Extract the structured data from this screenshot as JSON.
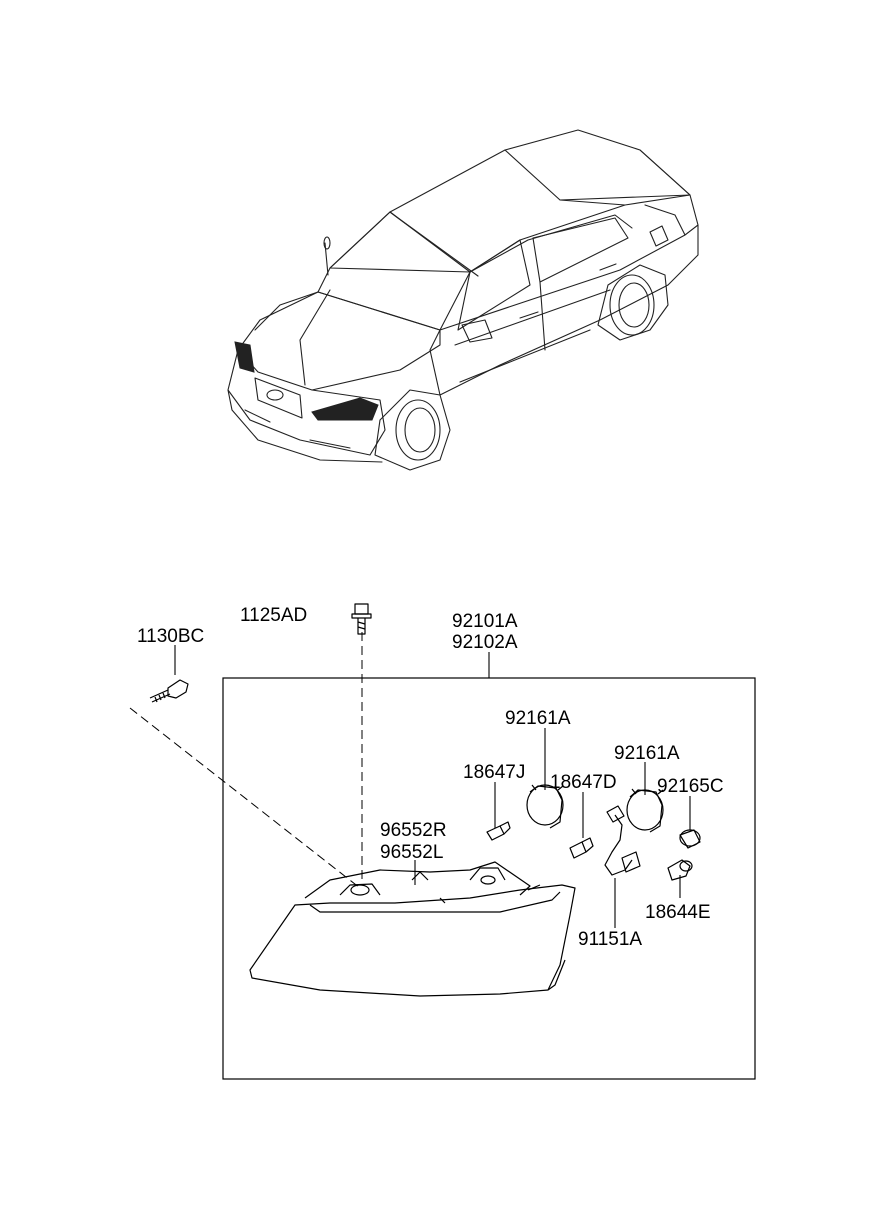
{
  "labels": {
    "p1130BC": "1130BC",
    "p1125AD": "1125AD",
    "p92101A": "92101A",
    "p92102A": "92102A",
    "p92161A_a": "92161A",
    "p92161A_b": "92161A",
    "p18647J": "18647J",
    "p18647D": "18647D",
    "p92165C": "92165C",
    "p96552R": "96552R",
    "p96552L": "96552L",
    "p18644E": "18644E",
    "p91151A": "91151A"
  }
}
